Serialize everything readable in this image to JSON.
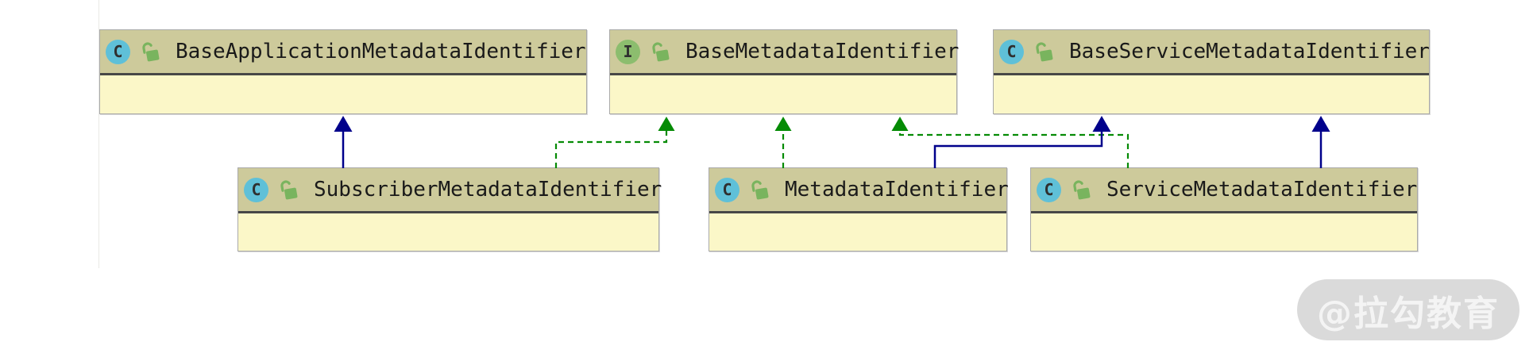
{
  "diagram": {
    "classes": [
      {
        "id": "base-application-metadata-identifier",
        "name": "BaseApplicationMetadataIdentifier",
        "kind": "class",
        "icon_letter": "C",
        "lock": "unlocked"
      },
      {
        "id": "base-metadata-identifier",
        "name": "BaseMetadataIdentifier",
        "kind": "interface",
        "icon_letter": "I",
        "lock": "unlocked"
      },
      {
        "id": "base-service-metadata-identifier",
        "name": "BaseServiceMetadataIdentifier",
        "kind": "class",
        "icon_letter": "C",
        "lock": "unlocked"
      },
      {
        "id": "subscriber-metadata-identifier",
        "name": "SubscriberMetadataIdentifier",
        "kind": "class",
        "icon_letter": "C",
        "lock": "unlocked"
      },
      {
        "id": "metadata-identifier",
        "name": "MetadataIdentifier",
        "kind": "class",
        "icon_letter": "C",
        "lock": "unlocked"
      },
      {
        "id": "service-metadata-identifier",
        "name": "ServiceMetadataIdentifier",
        "kind": "class",
        "icon_letter": "C",
        "lock": "unlocked"
      }
    ],
    "relationships": [
      {
        "from": "subscriber-metadata-identifier",
        "to": "base-application-metadata-identifier",
        "type": "extends"
      },
      {
        "from": "subscriber-metadata-identifier",
        "to": "base-metadata-identifier",
        "type": "implements"
      },
      {
        "from": "metadata-identifier",
        "to": "base-metadata-identifier",
        "type": "implements"
      },
      {
        "from": "service-metadata-identifier",
        "to": "base-metadata-identifier",
        "type": "implements"
      },
      {
        "from": "metadata-identifier",
        "to": "base-service-metadata-identifier",
        "type": "extends"
      },
      {
        "from": "service-metadata-identifier",
        "to": "base-service-metadata-identifier",
        "type": "extends"
      }
    ],
    "colors": {
      "header_bg": "#cdca9b",
      "body_bg": "#fbf7c8",
      "separator": "#474747",
      "border": "#a9a9a9",
      "title_text": "#1a1a1a",
      "extends_line": "#00008b",
      "implements_line": "#058b05",
      "class_icon_bg": "#5fc0d8",
      "interface_icon_bg": "#8cbd6e",
      "icon_letter": "#2f2f2f",
      "lock_icon": "#79b45e",
      "watermark_bg": "#dadada",
      "watermark_text_color": "#f4f4f4"
    }
  },
  "watermark": {
    "text": "@拉勾教育"
  }
}
